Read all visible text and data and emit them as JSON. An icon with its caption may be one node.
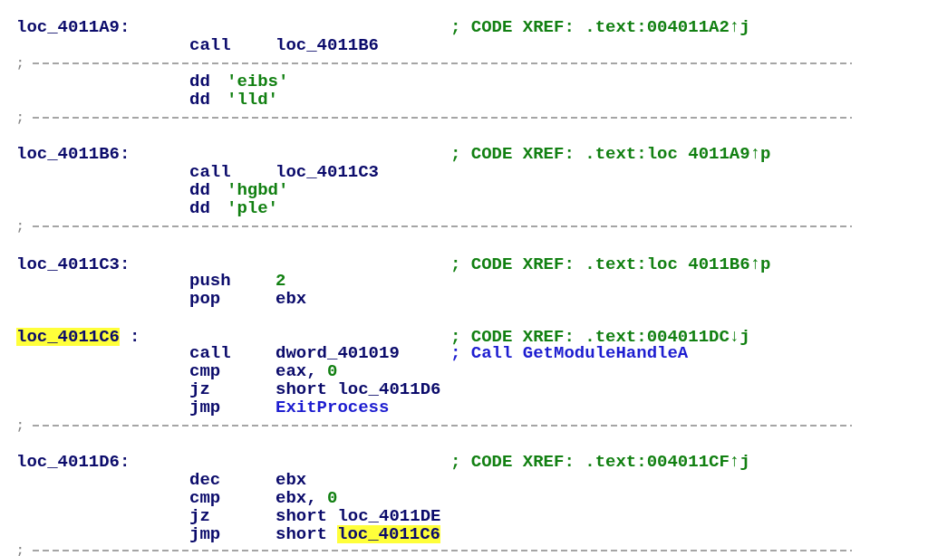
{
  "diagram": {
    "labels": [
      "loc_4011A9:",
      "; CODE XREF: .text:004011A2↑j",
      "call",
      "loc_4011B6",
      ";",
      "dd",
      "'eibs'",
      "dd",
      "'lld'",
      ";",
      "loc_4011B6:",
      "; CODE XREF: .text:loc 4011A9↑p",
      "call",
      "loc_4011C3",
      "dd",
      "'hgbd'",
      "dd",
      "'ple'",
      ";",
      "loc_4011C3:",
      "; CODE XREF: .text:loc 4011B6↑p",
      "push",
      "2",
      "pop",
      "ebx",
      "loc_4011C6",
      ":",
      "; CODE XREF: .text:004011DC↓j",
      "call",
      "dword_401019",
      "; Call GetModuleHandleA",
      "cmp",
      "eax,",
      "0",
      "jz",
      "short loc_4011D6",
      "jmp",
      "ExitProcess",
      ";",
      "loc_4011D6:",
      "; CODE XREF: .text:004011CF↑j",
      "dec",
      "ebx",
      "cmp",
      "ebx,",
      "0",
      "jz",
      "short loc_4011DE",
      "jmp",
      "short",
      "loc_4011C6",
      ";"
    ]
  }
}
